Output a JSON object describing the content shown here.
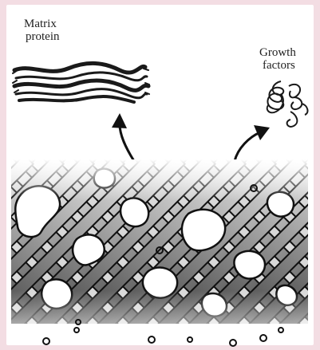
{
  "labels": {
    "matrix_protein": [
      "Matrix",
      "protein"
    ],
    "growth_factors": [
      "Growth",
      "factors"
    ]
  },
  "colors": {
    "background": "#f3dde3",
    "panel": "#ffffff",
    "ink": "#1a1a1a"
  }
}
